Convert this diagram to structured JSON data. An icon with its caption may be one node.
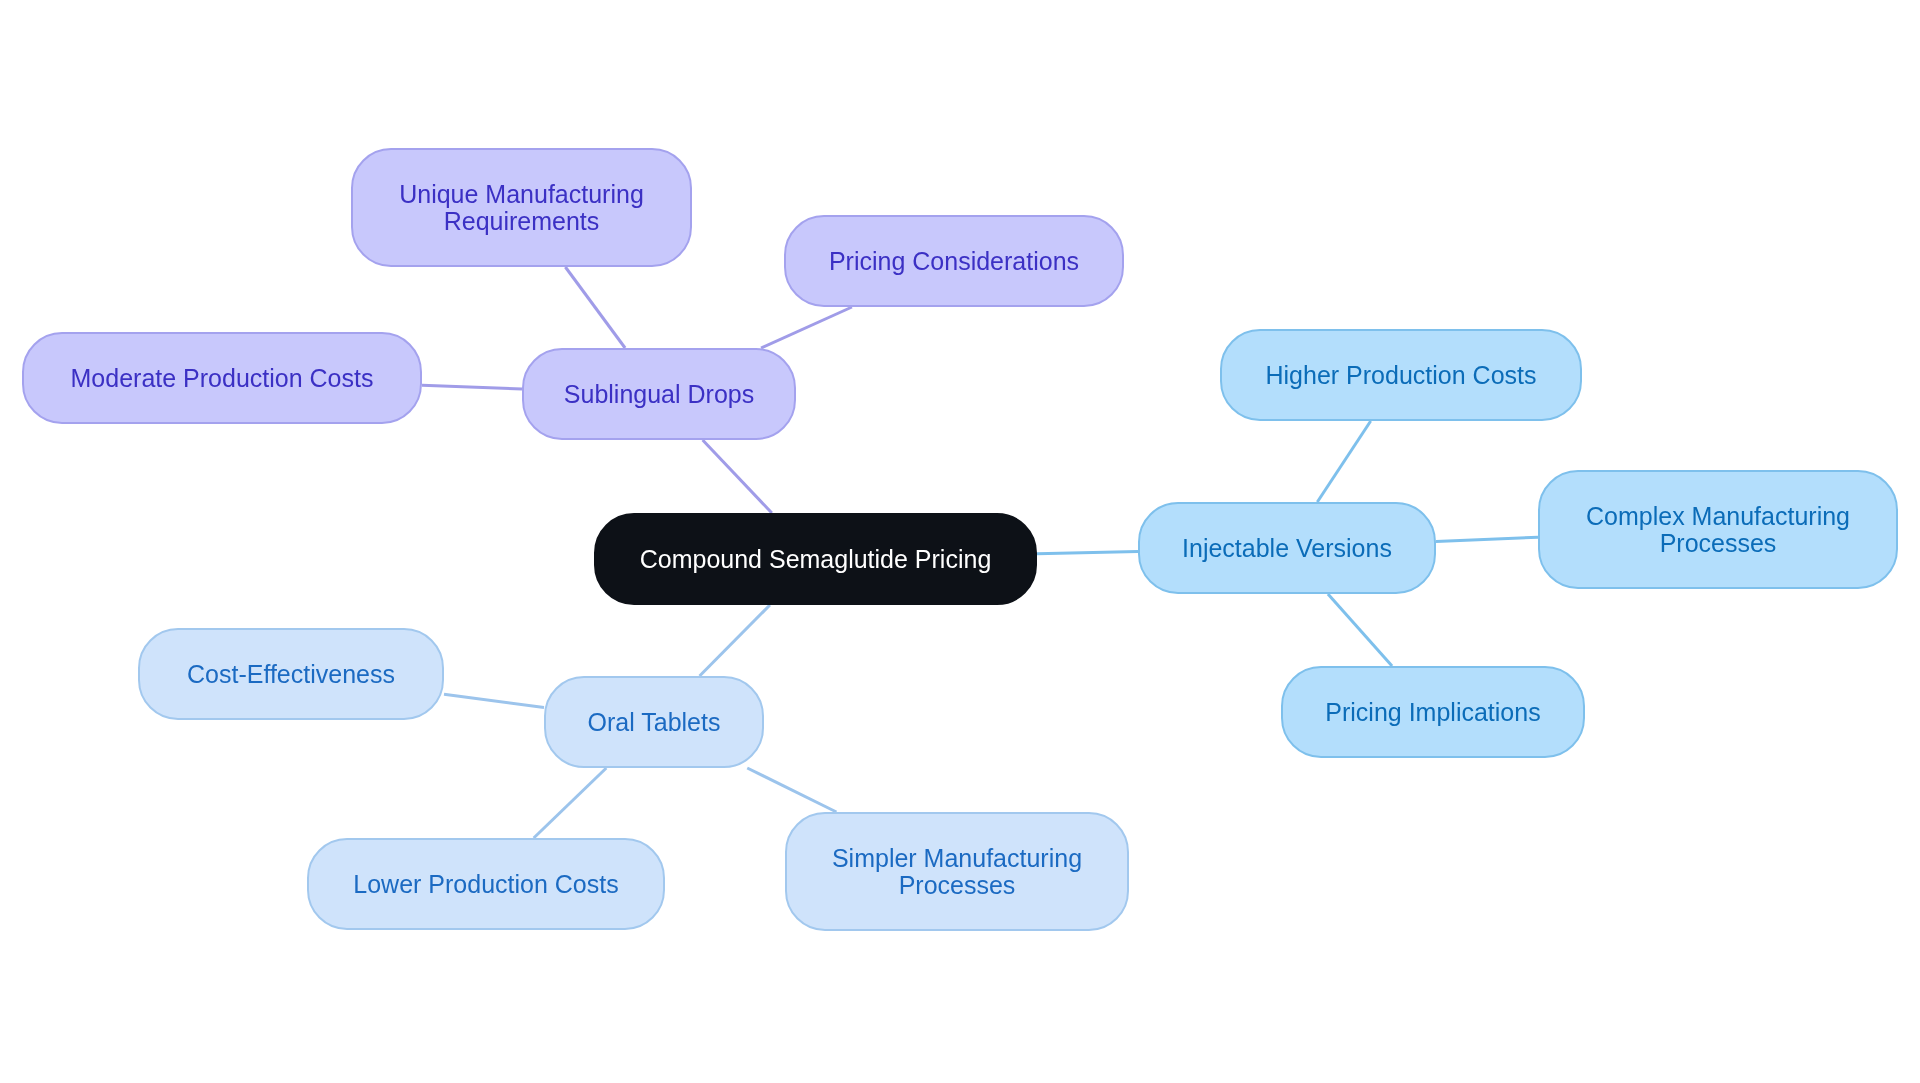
{
  "diagram": {
    "nodes": [
      {
        "text": [
          "Compound Semaglutide Pricing"
        ]
      },
      {
        "text": [
          "Sublingual Drops"
        ]
      },
      {
        "text": [
          "Unique Manufacturing Requirements"
        ]
      },
      {
        "text": [
          "Pricing Considerations"
        ]
      },
      {
        "text": [
          "Moderate Production Costs"
        ]
      },
      {
        "text": [
          "Injectable Versions"
        ]
      },
      {
        "text": [
          "Higher Production Costs"
        ]
      },
      {
        "text": [
          "Complex Manufacturing Processes"
        ]
      },
      {
        "text": [
          "Pricing Implications"
        ]
      },
      {
        "text": [
          "Oral Tablets"
        ]
      },
      {
        "text": [
          "Cost-Effectiveness"
        ]
      },
      {
        "text": [
          "Lower Production Costs"
        ]
      },
      {
        "text": [
          "Simpler Manufacturing Processes"
        ]
      }
    ],
    "edges": [
      {
        "from": 0,
        "to": 1,
        "arrow": "none",
        "color": "#a09ce8"
      },
      {
        "from": 1,
        "to": 2,
        "arrow": "none",
        "color": "#a09ce8"
      },
      {
        "from": 1,
        "to": 3,
        "arrow": "none",
        "color": "#a09ce8"
      },
      {
        "from": 1,
        "to": 4,
        "arrow": "none",
        "color": "#a09ce8"
      },
      {
        "from": 0,
        "to": 5,
        "arrow": "none",
        "color": "#7ec0ec"
      },
      {
        "from": 5,
        "to": 6,
        "arrow": "none",
        "color": "#7ec0ec"
      },
      {
        "from": 5,
        "to": 7,
        "arrow": "none",
        "color": "#7ec0ec"
      },
      {
        "from": 5,
        "to": 8,
        "arrow": "none",
        "color": "#7ec0ec"
      },
      {
        "from": 0,
        "to": 9,
        "arrow": "none",
        "color": "#9cc4ec"
      },
      {
        "from": 9,
        "to": 10,
        "arrow": "none",
        "color": "#9cc4ec"
      },
      {
        "from": 9,
        "to": 11,
        "arrow": "none",
        "color": "#9cc4ec"
      },
      {
        "from": 9,
        "to": 12,
        "arrow": "none",
        "color": "#9cc4ec"
      }
    ]
  }
}
